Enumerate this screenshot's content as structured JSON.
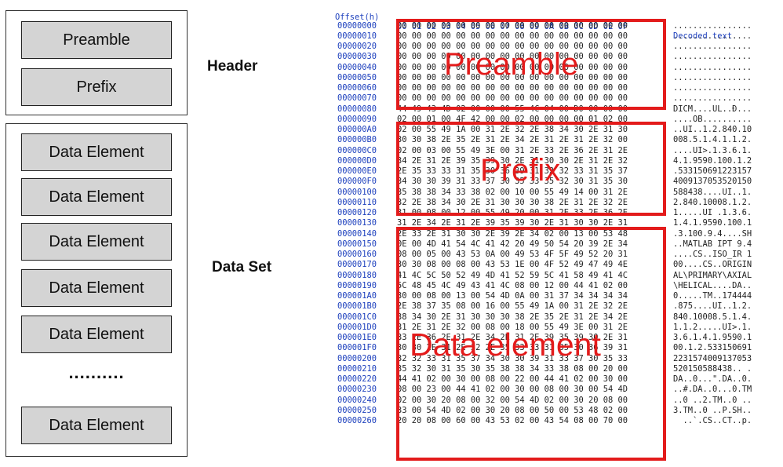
{
  "left_panel": {
    "header_boxes": [
      "Preamble",
      "Prefix"
    ],
    "header_label": "Header",
    "data_set_boxes": [
      "Data Element",
      "Data Element",
      "Data Element",
      "Data Element",
      "Data Element"
    ],
    "ellipsis": "..........",
    "last_box": "Data Element",
    "data_set_label": "Data Set"
  },
  "hex_view": {
    "columns": {
      "offset": "Offset(h)",
      "bytes": "00 01 02 03 04 05 06 07 08 09 0A 0B 0C 0D 0E 0F",
      "decoded": "Decoded text"
    },
    "rows": [
      {
        "offset": "00000000",
        "bytes": "00 00 00 00 00 00 00 00 00 00 00 00 00 00 00 00",
        "text": "................"
      },
      {
        "offset": "00000010",
        "bytes": "00 00 00 00 00 00 00 00 00 00 00 00 00 00 00 00",
        "text": "................"
      },
      {
        "offset": "00000020",
        "bytes": "00 00 00 00 00 00 00 00 00 00 00 00 00 00 00 00",
        "text": "................"
      },
      {
        "offset": "00000030",
        "bytes": "00 00 00 00 00 00 00 00 00 00 00 00 00 00 00 00",
        "text": "................"
      },
      {
        "offset": "00000040",
        "bytes": "00 00 00 00 00 00 00 00 00 00 00 00 00 00 00 00",
        "text": "................"
      },
      {
        "offset": "00000050",
        "bytes": "00 00 00 00 00 00 00 00 00 00 00 00 00 00 00 00",
        "text": "................"
      },
      {
        "offset": "00000060",
        "bytes": "00 00 00 00 00 00 00 00 00 00 00 00 00 00 00 00",
        "text": "................"
      },
      {
        "offset": "00000070",
        "bytes": "00 00 00 00 00 00 00 00 00 00 00 00 00 00 00 00",
        "text": "................"
      },
      {
        "offset": "00000080",
        "bytes": "44 49 43 4D 02 00 00 00 55 4C 04 00 D0 00 00 00",
        "text": "DICM....UL..Ð..."
      },
      {
        "offset": "00000090",
        "bytes": "02 00 01 00 4F 42 00 00 02 00 00 00 00 01 02 00",
        "text": "....OB.........."
      },
      {
        "offset": "000000A0",
        "bytes": "02 00 55 49 1A 00 31 2E 32 2E 38 34 30 2E 31 30",
        "text": "..UI..1.2.840.10"
      },
      {
        "offset": "000000B0",
        "bytes": "30 30 38 2E 35 2E 31 2E 34 2E 31 2E 31 2E 32 00",
        "text": "008.5.1.4.1.1.2."
      },
      {
        "offset": "000000C0",
        "bytes": "02 00 03 00 55 49 3E 00 31 2E 33 2E 36 2E 31 2E",
        "text": "....UI>.1.3.6.1."
      },
      {
        "offset": "000000D0",
        "bytes": "34 2E 31 2E 39 35 39 30 2E 31 30 30 2E 31 2E 32",
        "text": "4.1.9590.100.1.2"
      },
      {
        "offset": "000000E0",
        "bytes": "2E 35 33 33 31 35 30 36 39 31 32 32 33 31 35 37",
        "text": ".533150691223157"
      },
      {
        "offset": "000000F0",
        "bytes": "34 30 30 39 31 33 37 30 35 33 35 32 30 31 35 30",
        "text": "4009137053520150"
      },
      {
        "offset": "00000100",
        "bytes": "35 38 38 34 33 38 02 00 10 00 55 49 14 00 31 2E",
        "text": "588438....UI..1."
      },
      {
        "offset": "00000110",
        "bytes": "32 2E 38 34 30 2E 31 30 30 30 38 2E 31 2E 32 2E",
        "text": "2.840.10008.1.2."
      },
      {
        "offset": "00000120",
        "bytes": "31 00 08 00 12 00 55 49 20 00 31 2E 33 2E 36 2E",
        "text": "1.....UI .1.3.6."
      },
      {
        "offset": "00000130",
        "bytes": "31 2E 34 2E 31 2E 39 35 39 30 2E 31 30 30 2E 31",
        "text": "1.4.1.9590.100.1"
      },
      {
        "offset": "00000140",
        "bytes": "2E 33 2E 31 30 30 2E 39 2E 34 02 00 13 00 53 48",
        "text": ".3.100.9.4....SH"
      },
      {
        "offset": "00000150",
        "bytes": "0E 00 4D 41 54 4C 41 42 20 49 50 54 20 39 2E 34",
        "text": "..MATLAB IPT 9.4"
      },
      {
        "offset": "00000160",
        "bytes": "08 00 05 00 43 53 0A 00 49 53 4F 5F 49 52 20 31",
        "text": "....CS..ISO_IR 1"
      },
      {
        "offset": "00000170",
        "bytes": "30 30 08 00 08 00 43 53 1E 00 4F 52 49 47 49 4E",
        "text": "00....CS..ORIGIN"
      },
      {
        "offset": "00000180",
        "bytes": "41 4C 5C 50 52 49 4D 41 52 59 5C 41 58 49 41 4C",
        "text": "AL\\PRIMARY\\AXIAL"
      },
      {
        "offset": "00000190",
        "bytes": "5C 48 45 4C 49 43 41 4C 08 00 12 00 44 41 02 00",
        "text": "\\HELICAL....DA.."
      },
      {
        "offset": "000001A0",
        "bytes": "30 00 08 00 13 00 54 4D 0A 00 31 37 34 34 34 34",
        "text": "0.....TM..174444"
      },
      {
        "offset": "000001B0",
        "bytes": "2E 38 37 35 08 00 16 00 55 49 1A 00 31 2E 32 2E",
        "text": ".875....UI..1.2."
      },
      {
        "offset": "000001C0",
        "bytes": "38 34 30 2E 31 30 30 30 38 2E 35 2E 31 2E 34 2E",
        "text": "840.10008.5.1.4."
      },
      {
        "offset": "000001D0",
        "bytes": "31 2E 31 2E 32 00 08 00 18 00 55 49 3E 00 31 2E",
        "text": "1.1.2.....UI>.1."
      },
      {
        "offset": "000001E0",
        "bytes": "33 2E 36 2E 31 2E 34 2E 31 2E 39 35 39 30 2E 31",
        "text": "3.6.1.4.1.9590.1"
      },
      {
        "offset": "000001F0",
        "bytes": "30 30 2E 31 2E 32 2E 35 33 33 31 35 30 36 39 31",
        "text": "00.1.2.533150691"
      },
      {
        "offset": "00000200",
        "bytes": "32 32 33 31 35 37 34 30 30 39 31 33 37 30 35 33",
        "text": "2231574009137053"
      },
      {
        "offset": "00000210",
        "bytes": "35 32 30 31 35 30 35 38 38 34 33 38 08 00 20 00",
        "text": "520150588438.. ."
      },
      {
        "offset": "00000220",
        "bytes": "44 41 02 00 30 00 08 00 22 00 44 41 02 00 30 00",
        "text": "DA..0...\".DA..0."
      },
      {
        "offset": "00000230",
        "bytes": "08 00 23 00 44 41 02 00 30 00 08 00 30 00 54 4D",
        "text": "..#.DA..0...0.TM"
      },
      {
        "offset": "00000240",
        "bytes": "02 00 30 20 08 00 32 00 54 4D 02 00 30 20 08 00",
        "text": "..0 ..2.TM..0 .."
      },
      {
        "offset": "00000250",
        "bytes": "33 00 54 4D 02 00 30 20 08 00 50 00 53 48 02 00",
        "text": "3.TM..0 ..P.SH.."
      },
      {
        "offset": "00000260",
        "bytes": "20 20 08 00 60 00 43 53 02 00 43 54 08 00 70 00",
        "text": "  ..`.CS..CT..p."
      }
    ]
  },
  "overlays": {
    "preamble": "Preamble",
    "prefix": "Prefix",
    "data_element": "Data element"
  },
  "colors": {
    "highlight": "#e31b1b",
    "offset_text": "#1c3fbd",
    "box_fill": "#d4d4d4"
  }
}
